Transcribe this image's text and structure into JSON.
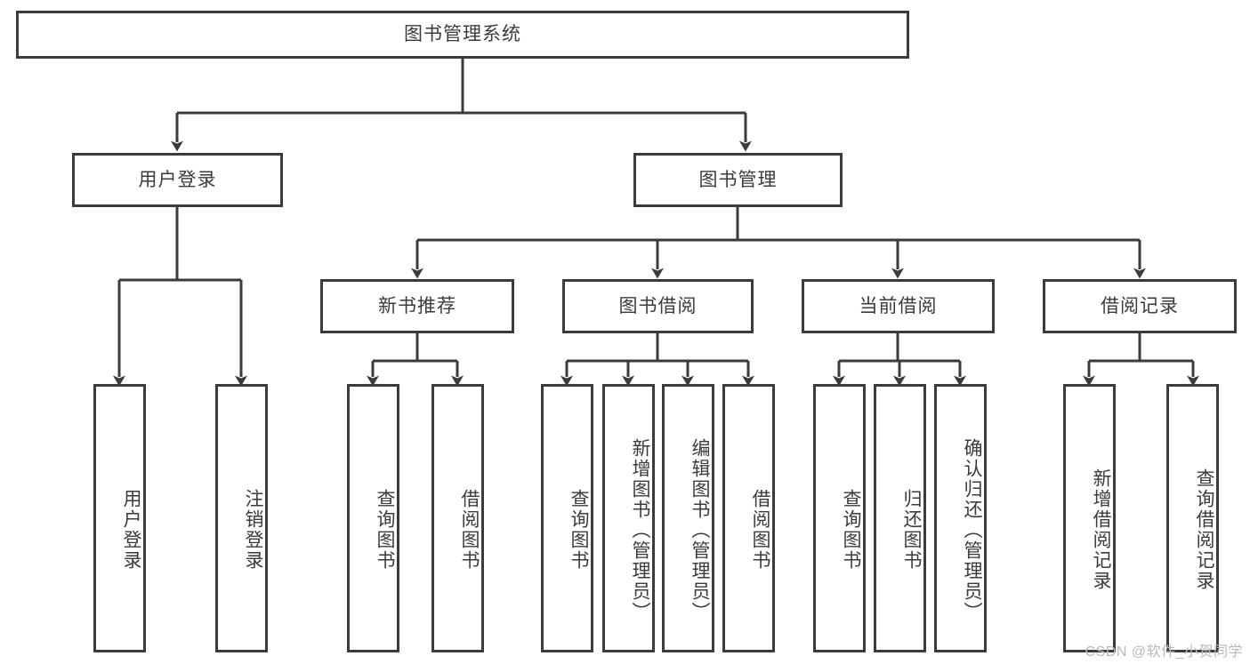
{
  "diagram": {
    "title": "图书管理系统",
    "type": "hierarchy-tree",
    "watermark": "CSDN @软件_小贺同学",
    "colors": {
      "stroke": "#3b3b3b",
      "fill": "#ffffff",
      "text": "#3b3b3b",
      "watermark": "#b9b9b9"
    },
    "root": {
      "label": "图书管理系统"
    },
    "level1": [
      {
        "id": "user-login",
        "label": "用户登录"
      },
      {
        "id": "book-management",
        "label": "图书管理"
      }
    ],
    "level2": [
      {
        "id": "new-book-recommend",
        "label": "新书推荐"
      },
      {
        "id": "book-borrow",
        "label": "图书借阅"
      },
      {
        "id": "current-borrow",
        "label": "当前借阅"
      },
      {
        "id": "borrow-record",
        "label": "借阅记录"
      }
    ],
    "leaves": {
      "user_login": [
        {
          "id": "leaf-user-login",
          "label": "用户登录"
        },
        {
          "id": "leaf-logout-login",
          "label": "注销登录"
        }
      ],
      "new_book_recommend": [
        {
          "id": "leaf-query-book-1",
          "label": "查询图书"
        },
        {
          "id": "leaf-borrow-book-1",
          "label": "借阅图书"
        }
      ],
      "book_borrow": [
        {
          "id": "leaf-query-book-2",
          "label": "查询图书"
        },
        {
          "id": "leaf-add-book",
          "label": "新增图书（管理员）"
        },
        {
          "id": "leaf-edit-book",
          "label": "编辑图书（管理员）"
        },
        {
          "id": "leaf-borrow-book-2",
          "label": "借阅图书"
        }
      ],
      "current_borrow": [
        {
          "id": "leaf-query-book-3",
          "label": "查询图书"
        },
        {
          "id": "leaf-return-book",
          "label": "归还图书"
        },
        {
          "id": "leaf-confirm-return",
          "label": "确认归还（管理员）"
        }
      ],
      "borrow_record": [
        {
          "id": "leaf-add-record",
          "label": "新增借阅记录"
        },
        {
          "id": "leaf-query-record",
          "label": "查询借阅记录"
        }
      ]
    }
  }
}
